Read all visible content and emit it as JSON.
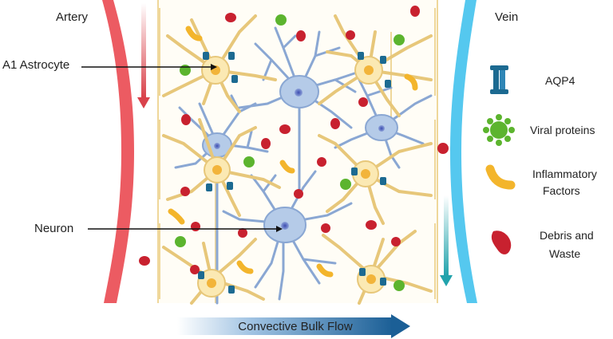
{
  "labels": {
    "artery": "Artery",
    "vein": "Vein",
    "a1_astrocyte": "A1 Astrocyte",
    "neuron": "Neuron",
    "bulk_flow": "Convective Bulk Flow"
  },
  "legend": [
    {
      "icon": "aqp4-channel-icon",
      "label_lines": [
        "AQP4"
      ]
    },
    {
      "icon": "viral-protein-icon",
      "label_lines": [
        "Viral proteins"
      ]
    },
    {
      "icon": "inflammatory-factor-icon",
      "label_lines": [
        "Inflammatory",
        "Factors"
      ]
    },
    {
      "icon": "debris-waste-icon",
      "label_lines": [
        "Debris and",
        "Waste"
      ]
    }
  ],
  "colors": {
    "artery": "#ec5b62",
    "vein": "#55c8ef",
    "astrocyte_fill": "#fbe9b3",
    "astrocyte_stroke": "#e7c77a",
    "astrocyte_nucleus": "#f2b43a",
    "neuron_fill": "#b5cbe8",
    "neuron_stroke": "#8aa7d3",
    "neuron_nucleus": "#4d5fb8",
    "aqp4": "#1c6a91",
    "viral": "#5cb42e",
    "inflammatory": "#f3b52c",
    "debris": "#c8212f",
    "flow_arrow": "#1b5f96"
  }
}
